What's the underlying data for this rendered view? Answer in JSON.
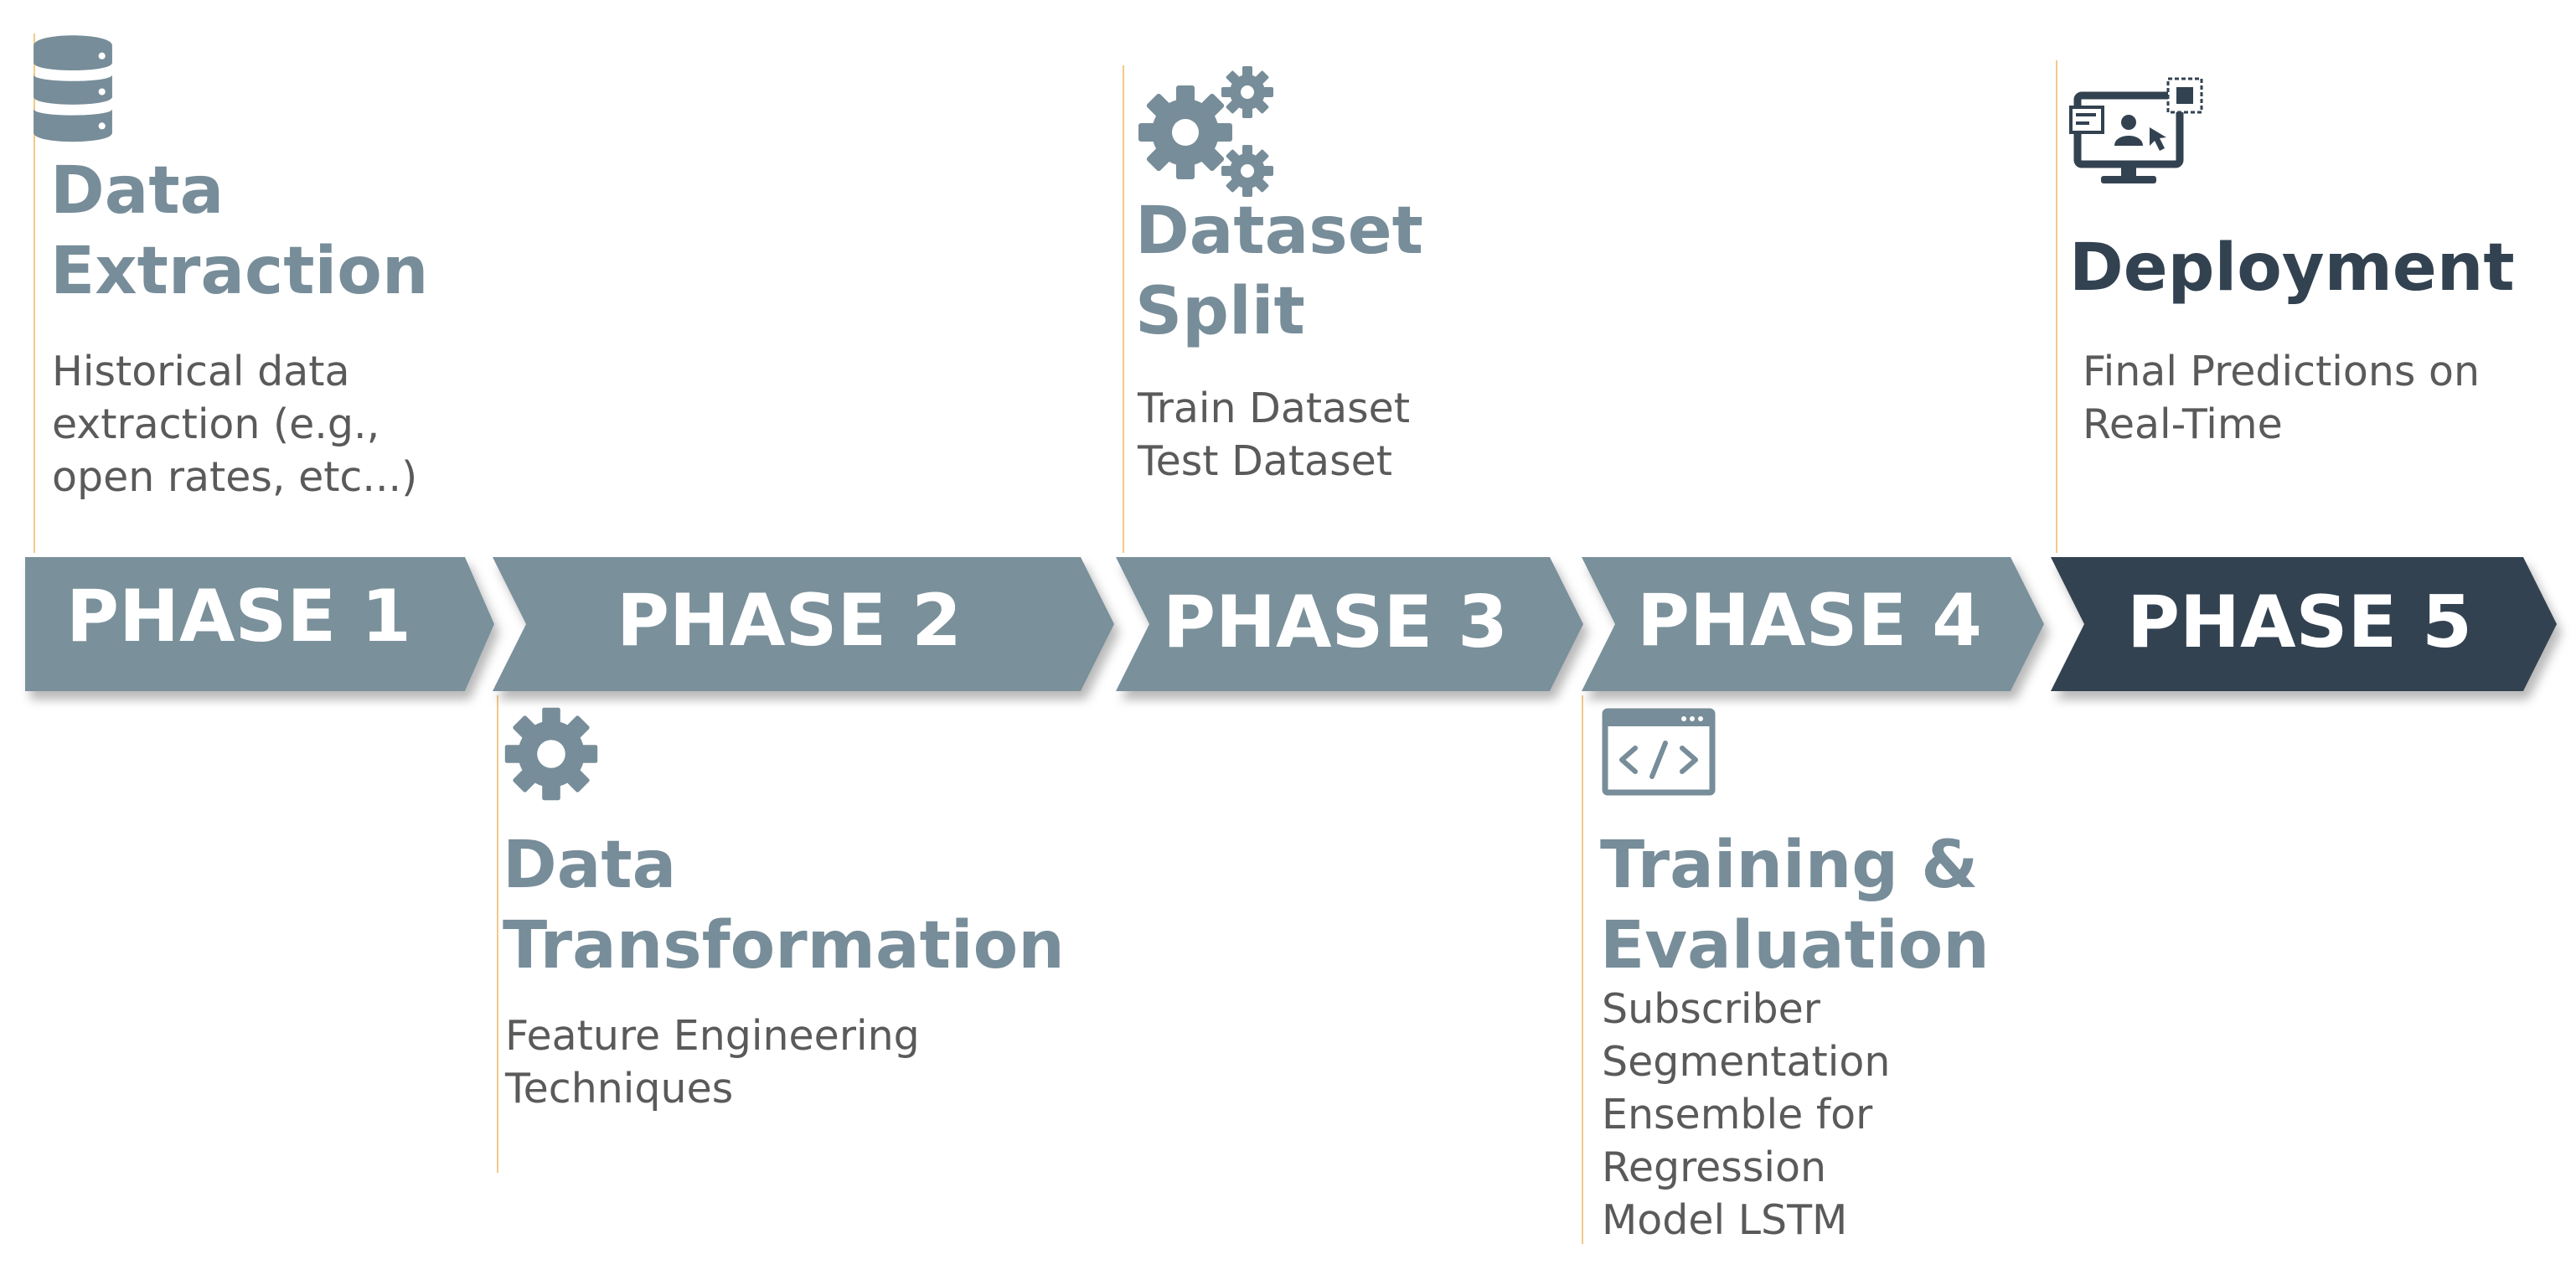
{
  "colors": {
    "phase_light": "#7a909b",
    "phase_dark": "#334251",
    "title_light": "#778d99",
    "title_dark": "#334251",
    "connector": "#f3c98a",
    "description": "#5a5a5a"
  },
  "phases": [
    {
      "label": "PHASE 1",
      "icon": "database-icon",
      "title_lines": [
        "Data",
        "Extraction"
      ],
      "description_lines": [
        "Historical data",
        "extraction (e.g.,",
        "open rates, etc...)"
      ]
    },
    {
      "label": "PHASE 2",
      "icon": "gear-icon",
      "title_lines": [
        "Data",
        "Transformation"
      ],
      "description_lines": [
        "Feature Engineering",
        "Techniques"
      ]
    },
    {
      "label": "PHASE 3",
      "icon": "gears-icon",
      "title_lines": [
        "Dataset",
        "Split"
      ],
      "description_lines": [
        "Train Dataset",
        "Test Dataset"
      ]
    },
    {
      "label": "PHASE 4",
      "icon": "code-window-icon",
      "title_lines": [
        "Training &",
        "Evaluation"
      ],
      "description_lines": [
        "Subscriber",
        "Segmentation",
        "Ensemble for",
        "Regression",
        "Model LSTM"
      ]
    },
    {
      "label": "PHASE 5",
      "icon": "monitor-deployment-icon",
      "title_lines": [
        "Deployment"
      ],
      "description_lines": [
        "Final Predictions on",
        "Real-Time"
      ]
    }
  ]
}
